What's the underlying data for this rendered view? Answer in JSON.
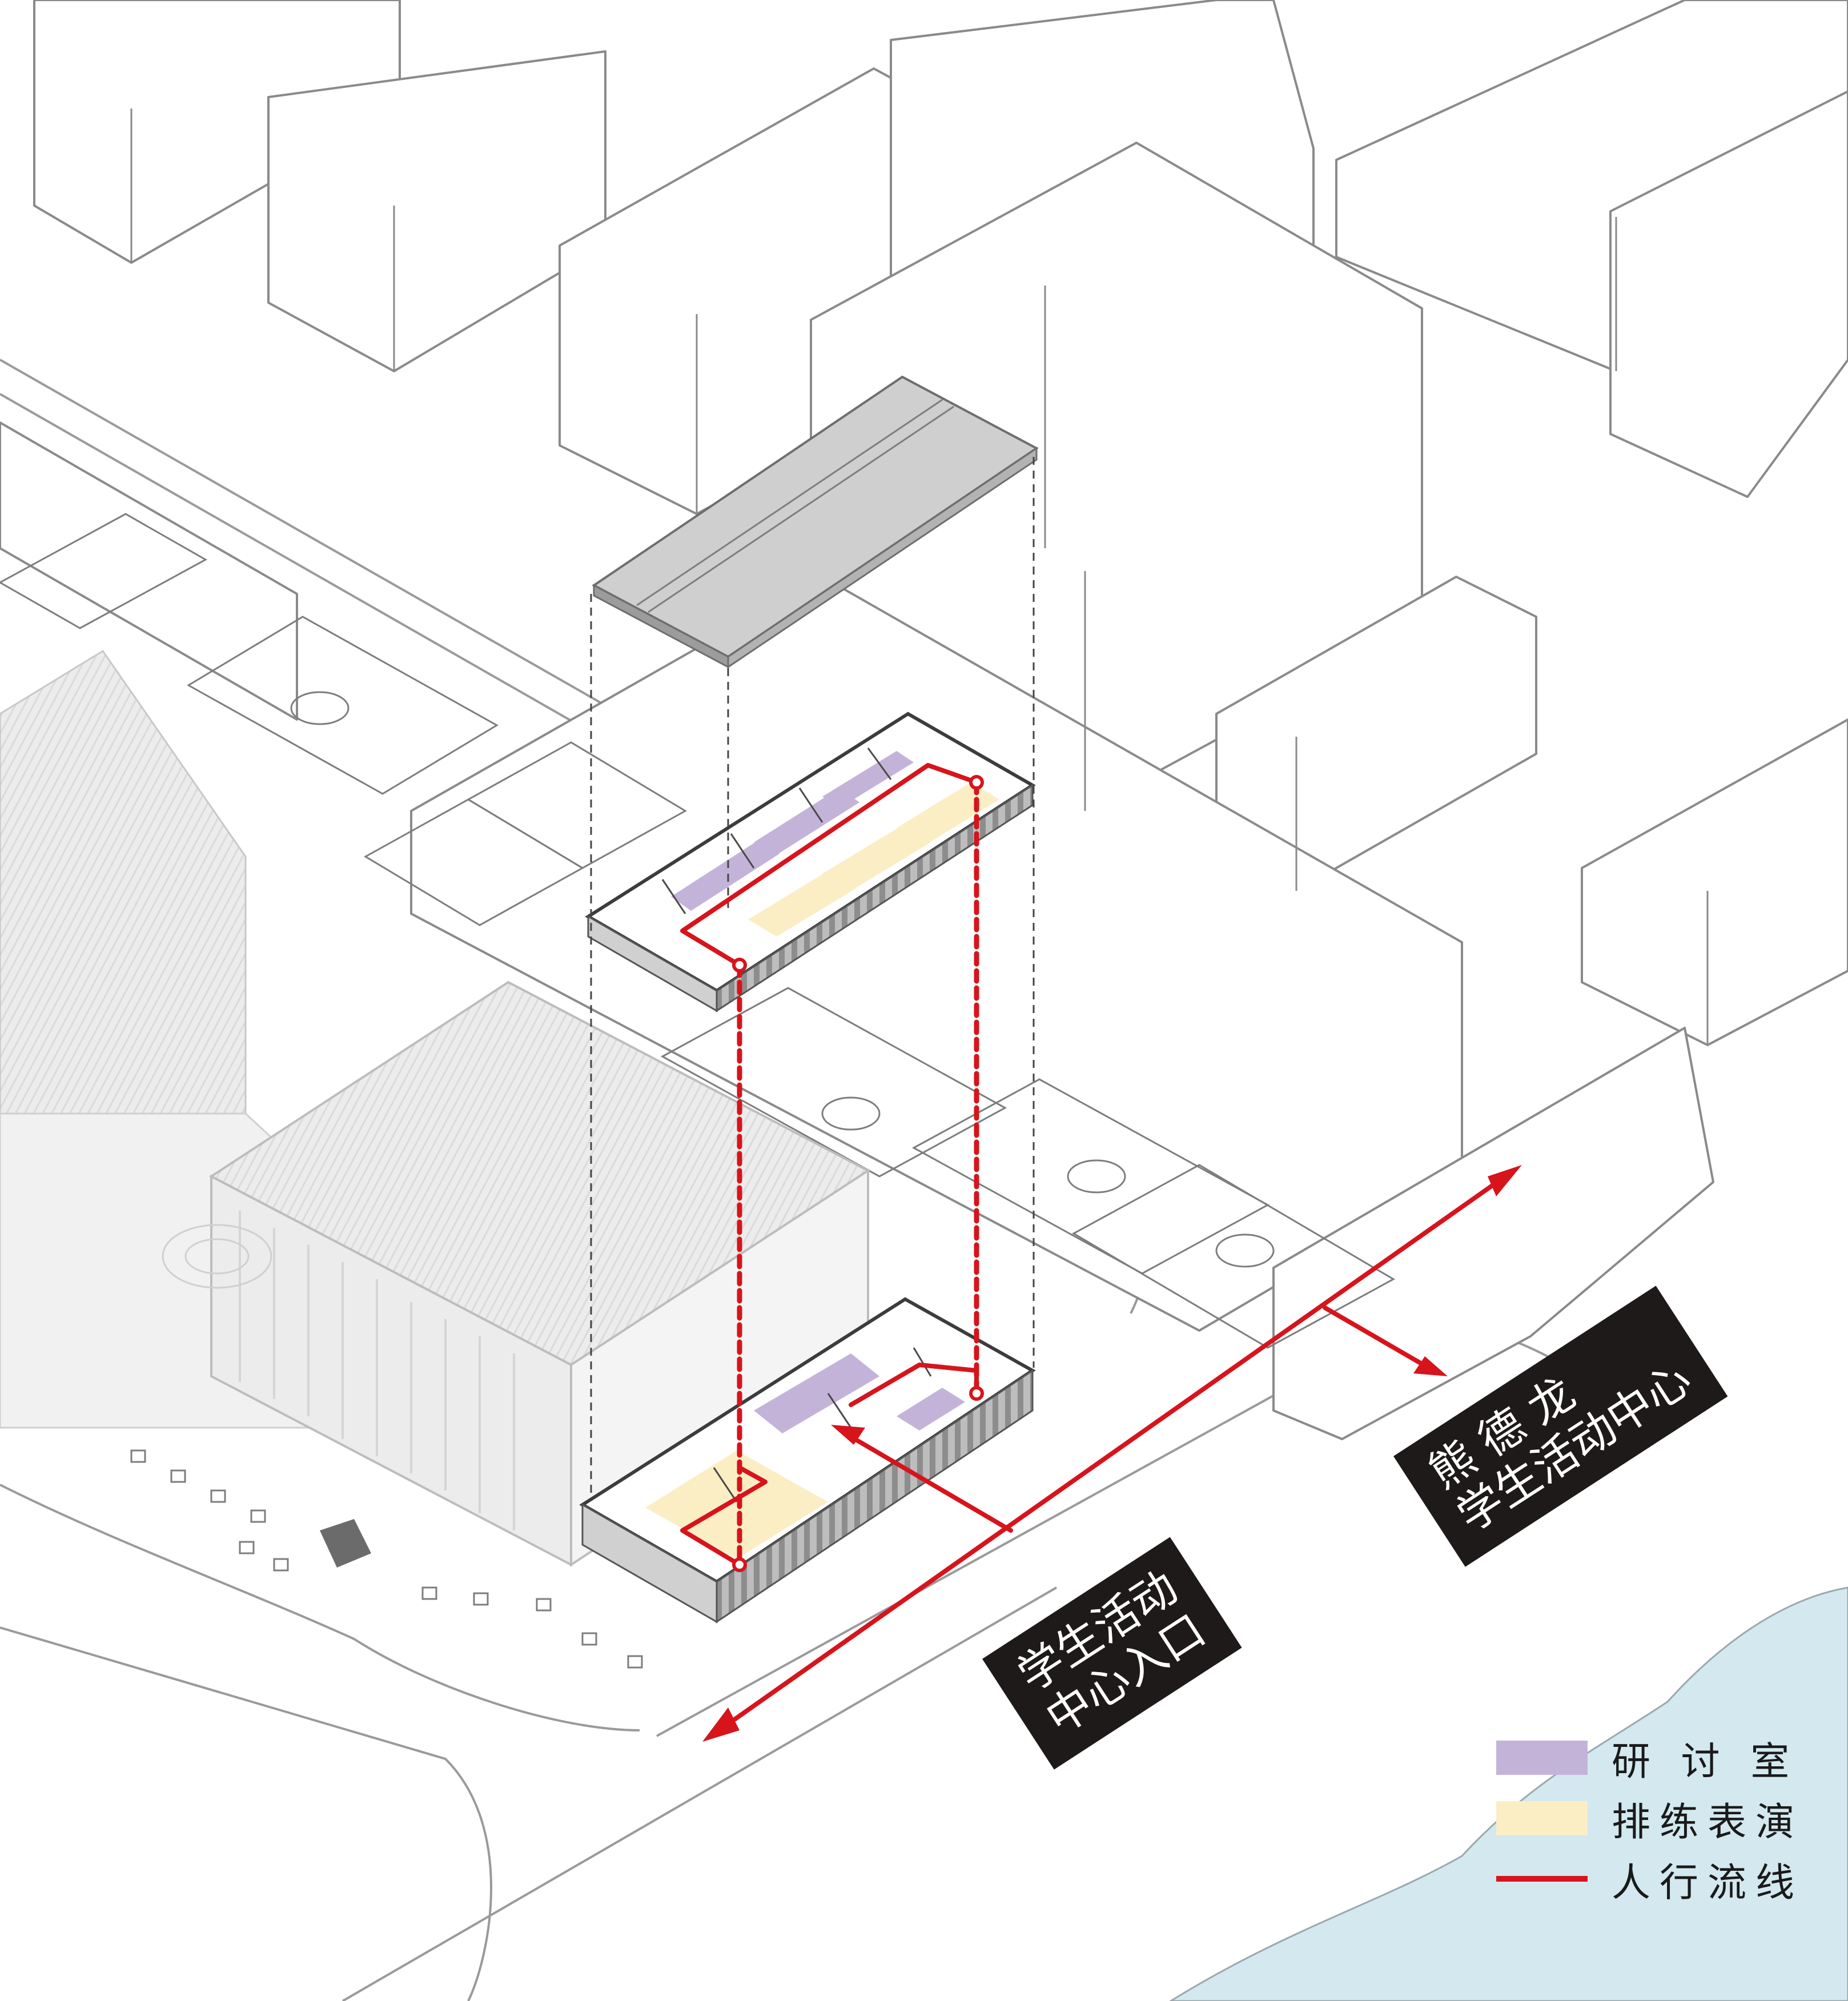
{
  "labels": {
    "entrance": [
      "学生活动",
      "中心入口"
    ],
    "center": [
      "熊 德 龙",
      "学生活动中心"
    ]
  },
  "legend": [
    {
      "label": "研 讨 室",
      "color": "#c4b3d9",
      "kind": "swatch"
    },
    {
      "label": "排练表演",
      "color": "#fbeec5",
      "kind": "swatch"
    },
    {
      "label": "人行流线",
      "color": "#d7141c",
      "kind": "line"
    }
  ],
  "colors": {
    "flow_red": "#d7141c",
    "water": "#d3e8ef",
    "roof_grey": "#c9c9c9",
    "label_bg": "#1f1a1a"
  }
}
